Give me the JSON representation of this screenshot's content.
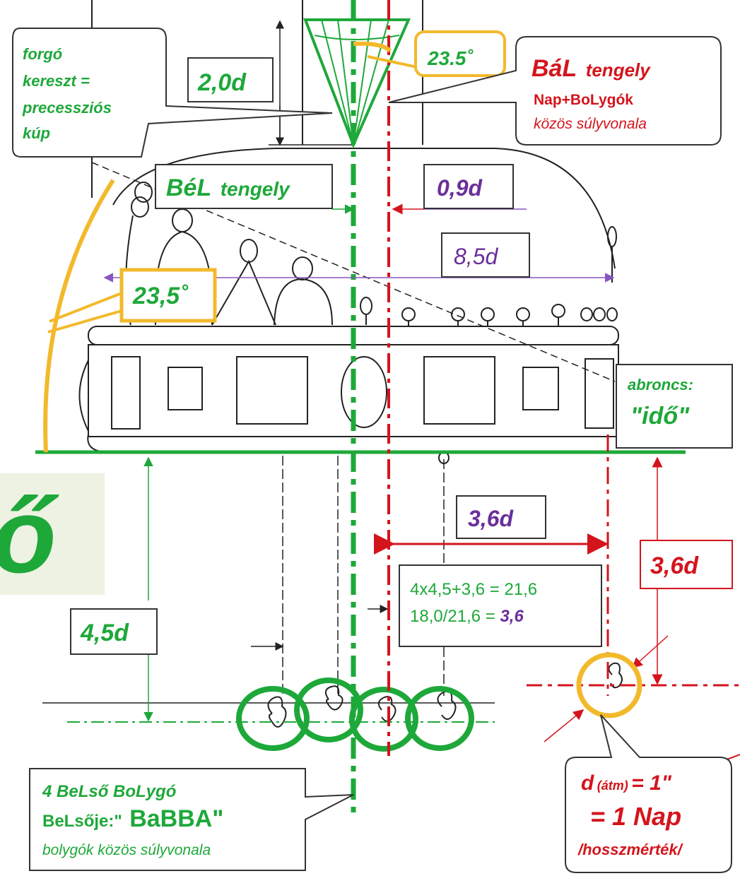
{
  "labels": {
    "forgo_lines": [
      "forgó",
      "kereszt =",
      "precessziós",
      "kúp"
    ],
    "angle_top": "23.5˚",
    "bal_title": "BáL",
    "bal_title_suffix": "tengely",
    "bal_sub1": "Nap+BoLygók",
    "bal_sub2": "közös súlyvonala",
    "dim_2d": "2,0d",
    "bel_title": "BéL",
    "bel_title_suffix": "tengely",
    "dim_09d": "0,9d",
    "dim_85d": "8,5d",
    "angle_left": "23,5˚",
    "abroncs_l1": "abroncs:",
    "abroncs_l2": "\"idő\"",
    "big_letter": "ő",
    "dim_36d_mid": "3,6d",
    "dim_36d_right": "3,6d",
    "dim_45d": "4,5d",
    "calc_line1": "4x4,5+3,6 = 21,6",
    "calc_line2_pre": "18,0/21,6 = ",
    "calc_line2_val": "3,6",
    "inner_l1": "4 BeLső BoLygó",
    "inner_l2a": "BeLsője:\"",
    "inner_l2b": "BaBBA\"",
    "inner_l3": "bolygók közös súlyvonala",
    "d_l1a": "d",
    "d_l1b": "(átm)",
    "d_l1c": " = 1\"",
    "d_l2": "= 1 Nap",
    "d_l3": "/hosszmérték/"
  },
  "colors": {
    "green": "#1ea83a",
    "red": "#d4141c",
    "purple": "#6a2f9a",
    "yellow": "#f2b92b",
    "bigbox_bg": "#eef2e2"
  }
}
